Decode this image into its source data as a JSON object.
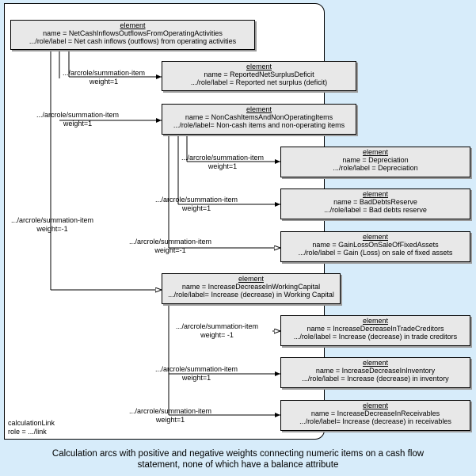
{
  "caption": {
    "line1": "Calculation arcs with positive and negative weights connecting numeric items on a cash flow",
    "line2": "statement, none of which have a balance attribute"
  },
  "link": {
    "name": "calculationLink",
    "role": "role = .../link"
  },
  "nodes": [
    {
      "keyword": "element",
      "name": "name = NetCashInflowsOutflowsFromOperatingActivities",
      "label": ".../role/label = Net cash inflows (outflows) from operating activities"
    },
    {
      "keyword": "element",
      "name": "name = ReportedNetSurplusDeficit",
      "label": ".../role/label = Reported net surplus (deficit)"
    },
    {
      "keyword": "element",
      "name": "name = NonCashItemsAndNonOperatingItems",
      "label": ".../role/label= Non-cash items and non-operating items"
    },
    {
      "keyword": "element",
      "name": "name = Depreciation",
      "label": ".../role/label = Depreciation"
    },
    {
      "keyword": "element",
      "name": "name = BadDebtsReserve",
      "label": ".../role/label = Bad debts reserve"
    },
    {
      "keyword": "element",
      "name": "name = GainLossOnSaleOfFixedAssets",
      "label": ".../role/label = Gain (Loss) on sale of fixed assets"
    },
    {
      "keyword": "element",
      "name": "name = IncreaseDecreaseInWorkingCapital",
      "label": ".../role/label= Increase (decrease) in Working Capital"
    },
    {
      "keyword": "element",
      "name": "name = IncreaseDecreaseInTradeCreditors",
      "label": ".../role/label = Increase (decrease) in trade creditors"
    },
    {
      "keyword": "element",
      "name": "name = IncreaseDecreaseInInventory",
      "label": ".../role/label = Increase (decrease) in inventory"
    },
    {
      "keyword": "element",
      "name": "name = IncreaseDecreaseInReceivables",
      "label": ".../role/label= Increase (decrease) in receivables"
    }
  ],
  "arcs": [
    {
      "role": ".../arcrole/summation-item",
      "weight": "weight=1"
    },
    {
      "role": ".../arcrole/summation-item",
      "weight": "weight=1"
    },
    {
      "role": ".../arcrole/summation-item",
      "weight": "weight=-1"
    },
    {
      "role": ".../arcrole/summation-item",
      "weight": "weight=1"
    },
    {
      "role": ".../arcrole/summation-item",
      "weight": "weight=1"
    },
    {
      "role": ".../arcrole/summation-item",
      "weight": "weight=-1"
    },
    {
      "role": ".../arcrole/summation-item",
      "weight": "weight= -1"
    },
    {
      "role": ".../arcrole/summation-item",
      "weight": "weight=1"
    },
    {
      "role": ".../arcrole/summation-item",
      "weight": "weight=1"
    }
  ]
}
